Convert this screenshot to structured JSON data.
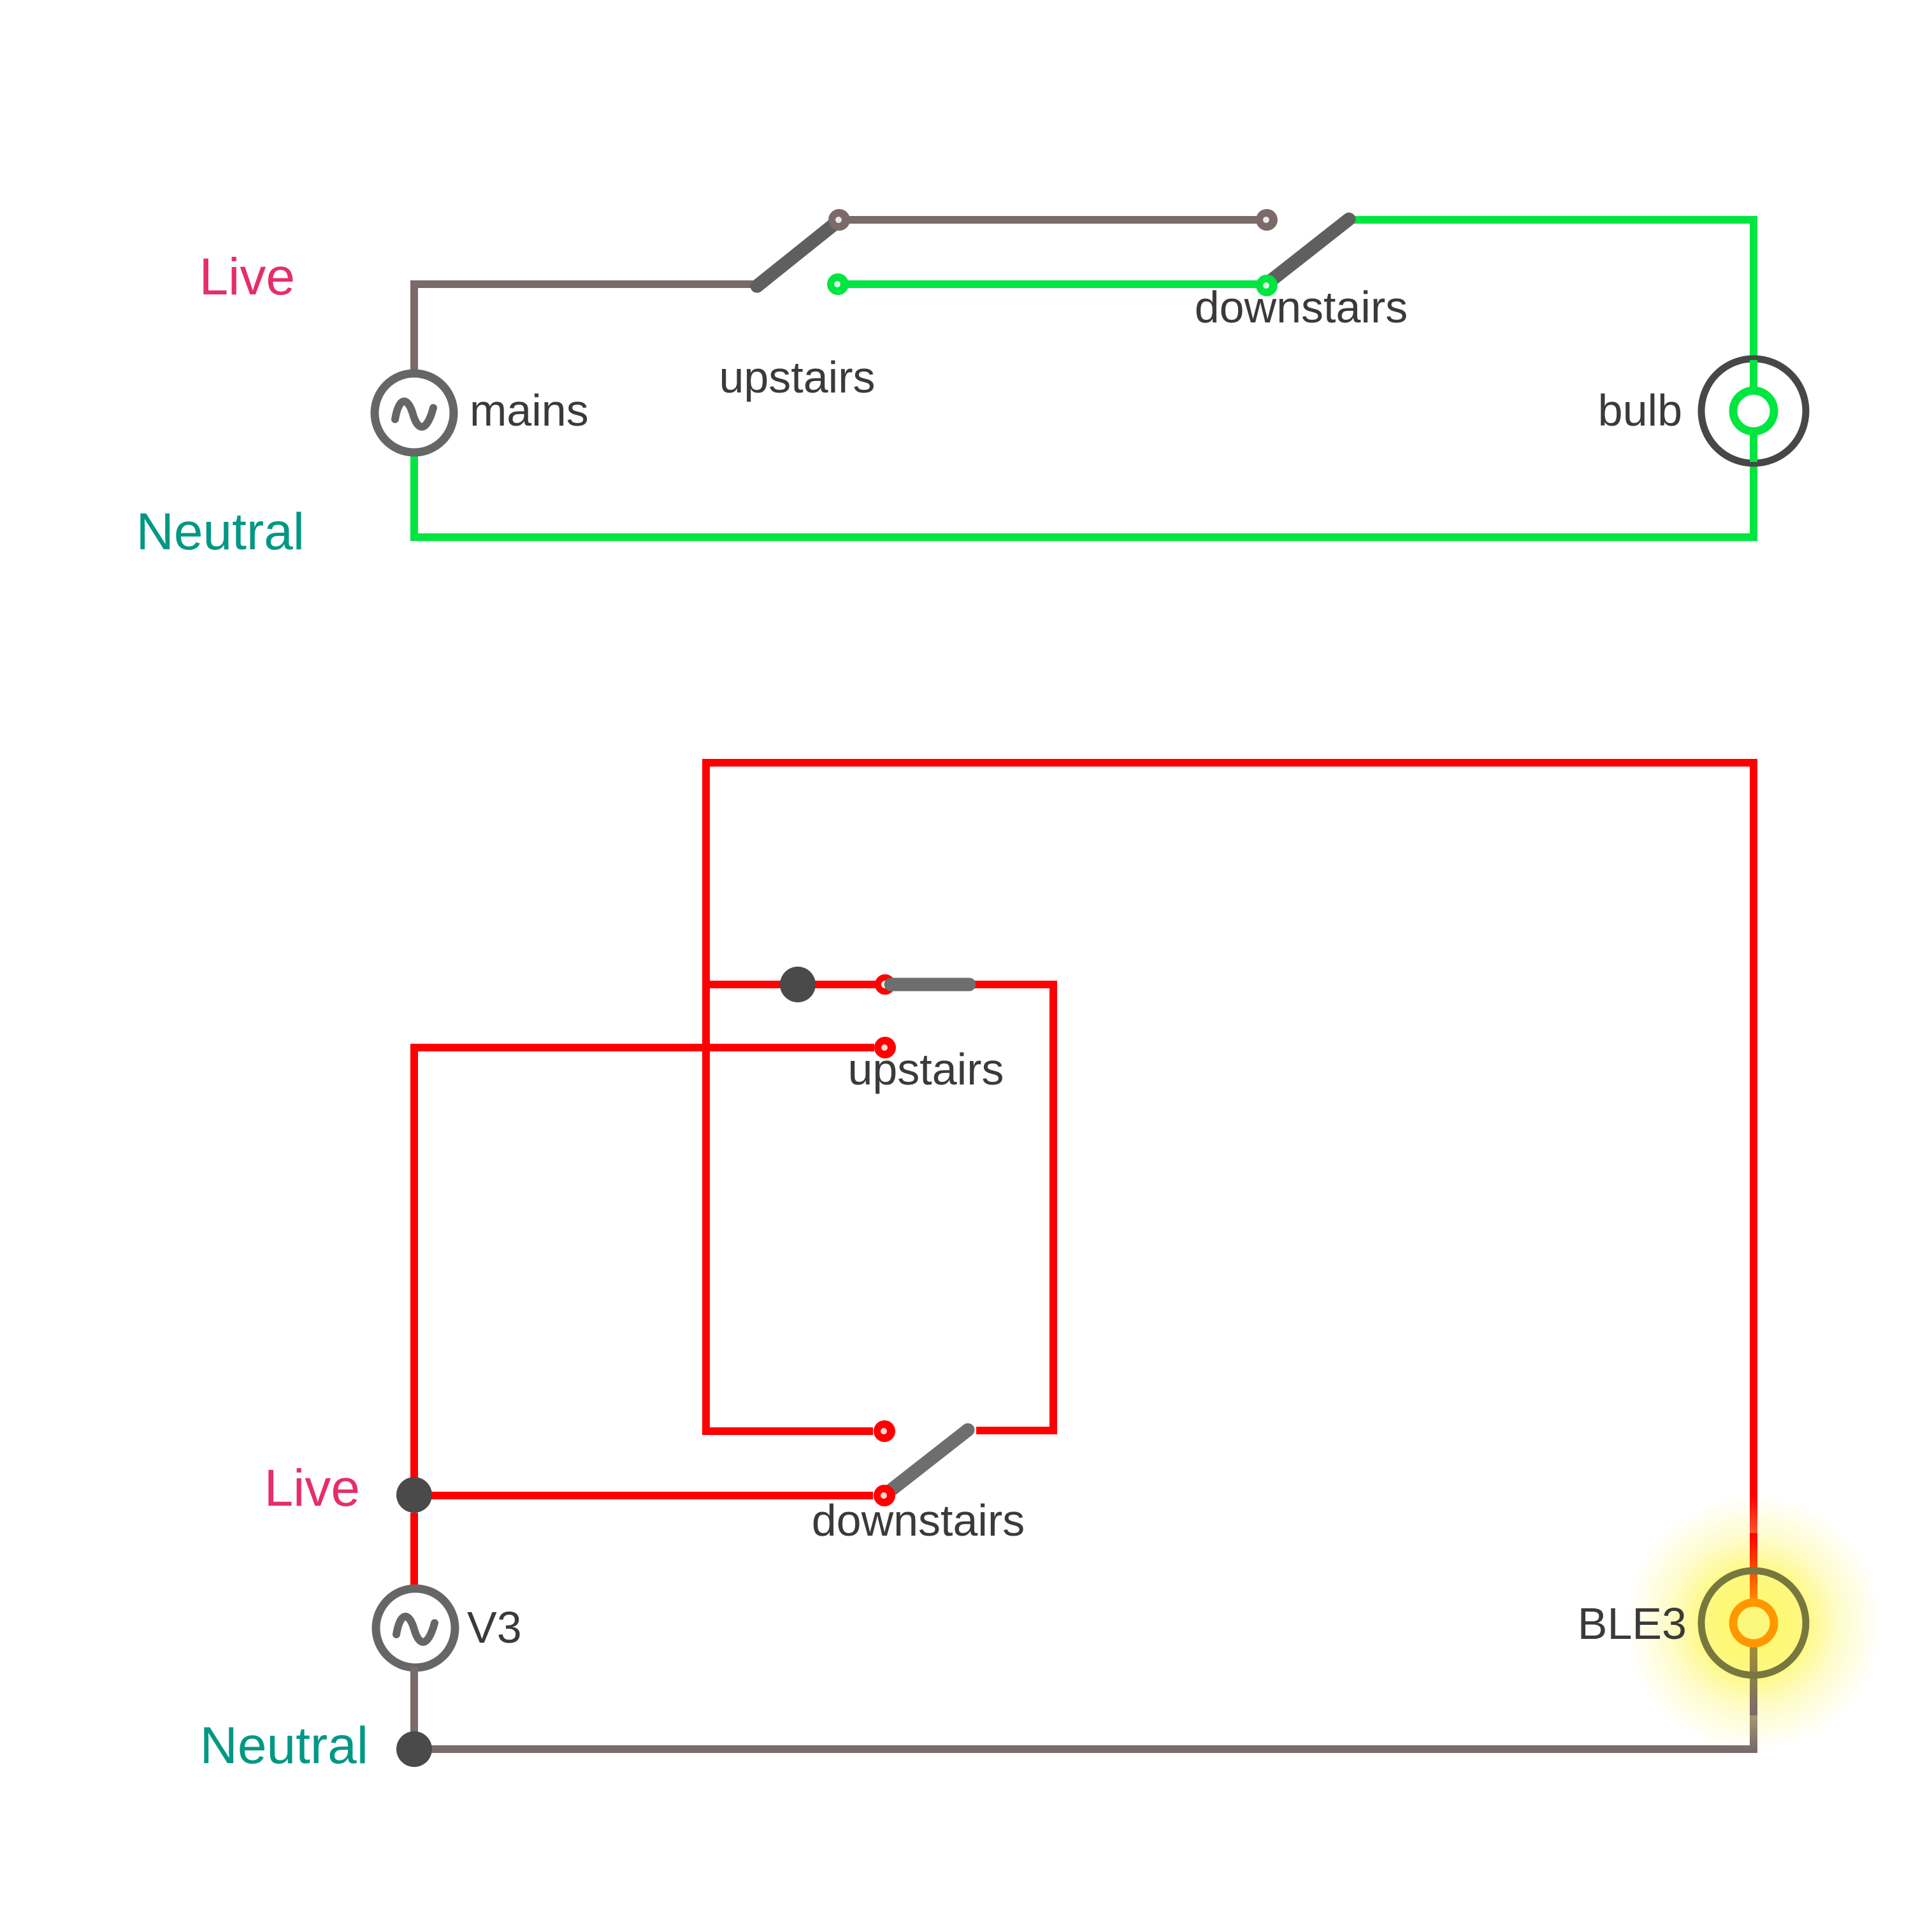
{
  "colors": {
    "red": "#ff0000",
    "green": "#00e640",
    "taupe": "#7a6a6a",
    "lever1": "#5f5f5f",
    "lever2": "#6e6e6e",
    "node": "#4a4a4a",
    "source": "#666666",
    "text": "#3a3a3a",
    "live": "#e62e68",
    "neutral": "#009884",
    "orange": "#ff9800",
    "bulboutline": "#474747",
    "bulbolive": "#77773e",
    "glow": "#fdf760"
  },
  "circuit1": {
    "live_label": "Live",
    "neutral_label": "Neutral",
    "source_label": "mains",
    "switch1_label": "upstairs",
    "switch2_label": "downstairs",
    "bulb_label": "bulb",
    "switch1_position": "top",
    "switch2_position": "bottom",
    "bulb_lit": false
  },
  "circuit2": {
    "live_label": "Live",
    "neutral_label": "Neutral",
    "source_label": "V3",
    "switch1_label": "upstairs",
    "switch2_label": "downstairs",
    "bulb_label": "BLE3",
    "switch1_position": "top",
    "switch2_position": "bottom",
    "bulb_lit": true
  }
}
